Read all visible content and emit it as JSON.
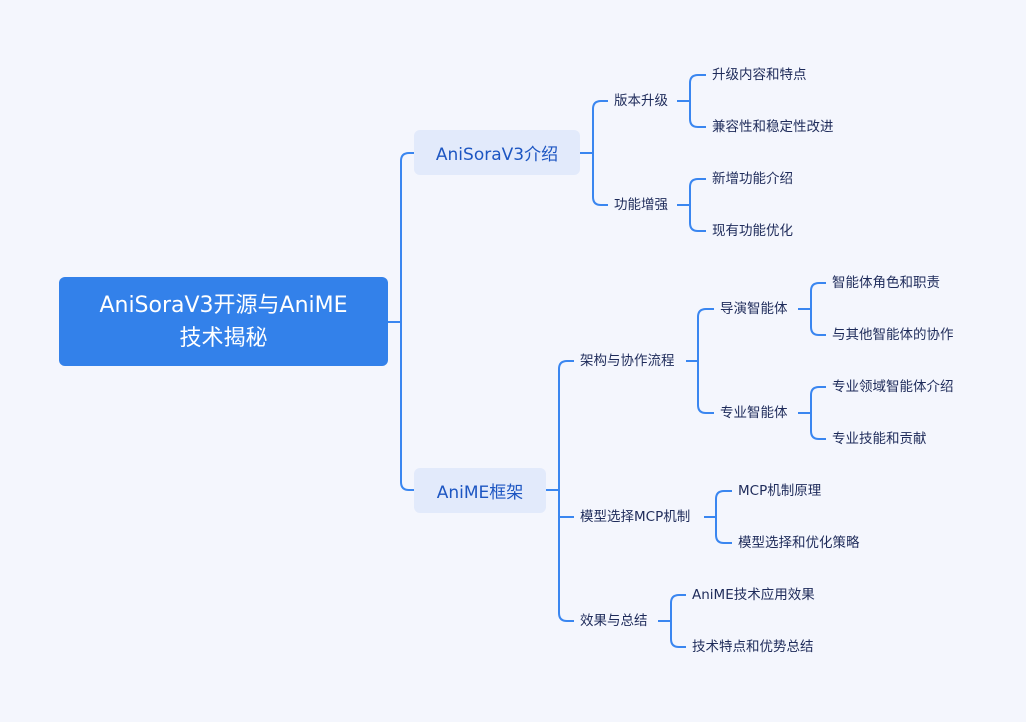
{
  "root": {
    "line1": "AniSoraV3开源与AniME",
    "line2": "技术揭秘"
  },
  "branches": [
    {
      "label": "AniSoraV3介绍",
      "children": [
        {
          "label": "版本升级",
          "children": [
            "升级内容和特点",
            "兼容性和稳定性改进"
          ]
        },
        {
          "label": "功能增强",
          "children": [
            "新增功能介绍",
            "现有功能优化"
          ]
        }
      ]
    },
    {
      "label": "AniME框架",
      "children": [
        {
          "label": "架构与协作流程",
          "children": [
            {
              "label": "导演智能体",
              "children": [
                "智能体角色和职责",
                "与其他智能体的协作"
              ]
            },
            {
              "label": "专业智能体",
              "children": [
                "专业领域智能体介绍",
                "专业技能和贡献"
              ]
            }
          ]
        },
        {
          "label": "模型选择MCP机制",
          "children": [
            "MCP机制原理",
            "模型选择和优化策略"
          ]
        },
        {
          "label": "效果与总结",
          "children": [
            "AniME技术应用效果",
            "技术特点和优势总结"
          ]
        }
      ]
    }
  ],
  "colors": {
    "root": "#3381EA",
    "branch_bg": "#E2EAFB",
    "line": "#3A86F0",
    "text": "#1E2B5A"
  }
}
